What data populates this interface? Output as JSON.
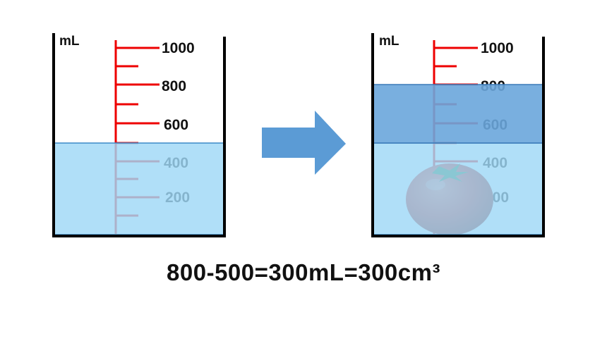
{
  "unit": "mL",
  "scale_labels": [
    "1000",
    "800",
    "600",
    "400",
    "200"
  ],
  "scale": {
    "min_ml": 0,
    "max_ml": 1000,
    "major_every_ml": 200,
    "minor_every_ml": 100
  },
  "beaker_before": {
    "water_level_ml": 500
  },
  "beaker_after": {
    "water_level_ml": 500,
    "displaced_level_ml": 800,
    "object": "tomato-icon"
  },
  "arrow": {
    "direction": "right"
  },
  "equation": "800-500=300mL=300cm³",
  "colors": {
    "beaker_wall": "#000000",
    "scale": "#ee0000",
    "water": "#9fd8f7",
    "displaced_water": "#6aa6dc",
    "arrow": "#5b9bd5",
    "submerged_label": "#4f81bd",
    "tomato": "#d5271c"
  }
}
